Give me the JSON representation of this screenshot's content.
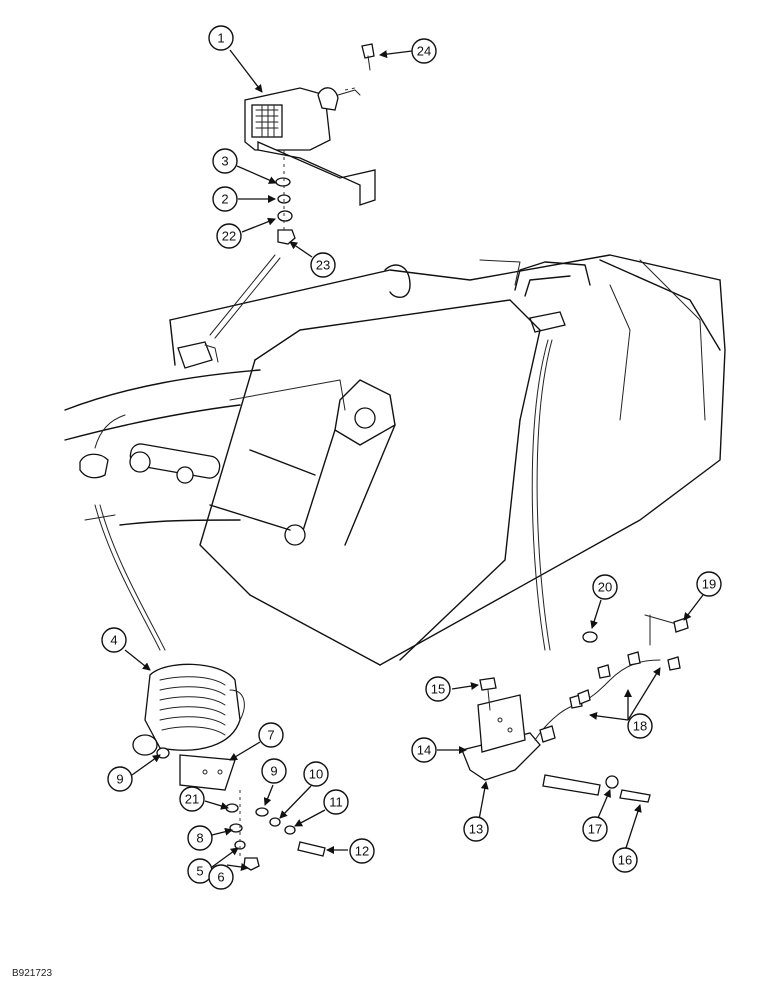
{
  "drawing_ref": "B921723",
  "callouts": [
    {
      "label": "1"
    },
    {
      "label": "24"
    },
    {
      "label": "3"
    },
    {
      "label": "2"
    },
    {
      "label": "22"
    },
    {
      "label": "23"
    },
    {
      "label": "4"
    },
    {
      "label": "7"
    },
    {
      "label": "9"
    },
    {
      "label": "9"
    },
    {
      "label": "10"
    },
    {
      "label": "11"
    },
    {
      "label": "21"
    },
    {
      "label": "8"
    },
    {
      "label": "5"
    },
    {
      "label": "6"
    },
    {
      "label": "12"
    },
    {
      "label": "20"
    },
    {
      "label": "19"
    },
    {
      "label": "15"
    },
    {
      "label": "18"
    },
    {
      "label": "14"
    },
    {
      "label": "13"
    },
    {
      "label": "17"
    },
    {
      "label": "16"
    }
  ]
}
